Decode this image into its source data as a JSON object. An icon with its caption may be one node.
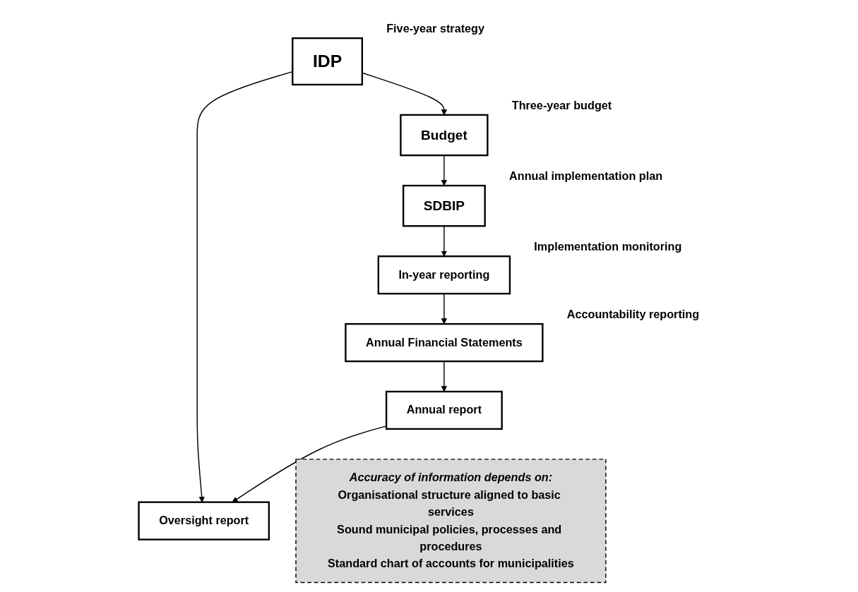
{
  "diagram": {
    "nodes": [
      {
        "text": [
          "IDP"
        ],
        "beside": [
          "Five-year strategy"
        ]
      },
      {
        "text": [
          "Budget"
        ],
        "beside": [
          "Three-year budget"
        ]
      },
      {
        "text": [
          "SDBIP"
        ],
        "beside": [
          "Annual implementation plan"
        ]
      },
      {
        "text": [
          "In-year reporting"
        ],
        "beside": [
          "Implementation monitoring"
        ]
      },
      {
        "text": [
          "Annual Financial Statements"
        ],
        "beside": [
          "Accountability reporting"
        ]
      },
      {
        "text": [
          "Oversight report"
        ]
      },
      {
        "text": [
          "Annual report"
        ]
      },
      {
        "text": [
          "Accuracy of information depends on:",
          "Organisational structure aligned to basic services",
          "Sound municipal policies, processes and procedures",
          "Standard chart of accounts for municipalities"
        ]
      }
    ],
    "edges": [
      {
        "from": 0,
        "to": 1,
        "arrow": "to"
      },
      {
        "from": 1,
        "to": 2,
        "arrow": "to"
      },
      {
        "from": 2,
        "to": 3,
        "arrow": "to"
      },
      {
        "from": 3,
        "to": 4,
        "arrow": "to"
      },
      {
        "from": 4,
        "to": 6,
        "arrow": "to"
      },
      {
        "from": 0,
        "to": 5,
        "arrow": "to"
      },
      {
        "from": 6,
        "to": 5,
        "arrow": "to"
      }
    ]
  }
}
